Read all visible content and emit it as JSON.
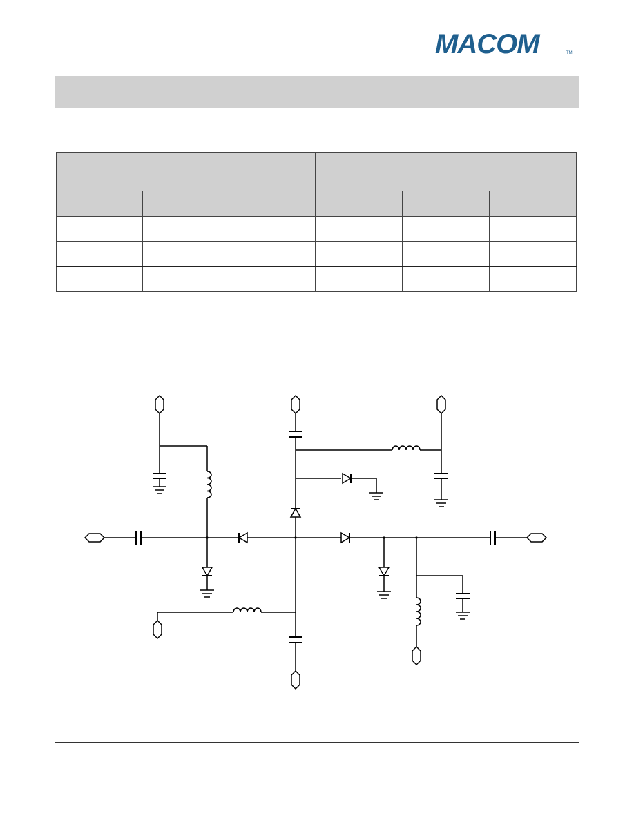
{
  "brand": {
    "logo_text": "MACOM",
    "trademark": "TM",
    "color": "#1f5f8e"
  },
  "colors": {
    "header_band": "#d0d0d0",
    "line": "#000000"
  },
  "table": {
    "columns": 6,
    "group_headers": [
      "",
      ""
    ],
    "column_headers": [
      "",
      "",
      "",
      "",
      "",
      ""
    ],
    "rows": [
      [
        "",
        "",
        "",
        "",
        "",
        ""
      ],
      [
        "",
        "",
        "",
        "",
        "",
        ""
      ],
      [
        "",
        "",
        "",
        "",
        "",
        ""
      ]
    ]
  }
}
